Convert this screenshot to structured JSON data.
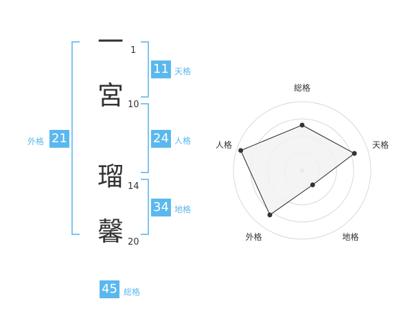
{
  "name": {
    "characters": [
      {
        "char": "一",
        "strokes": "1"
      },
      {
        "char": "宮",
        "strokes": "10"
      },
      {
        "char": "瑠",
        "strokes": "14"
      },
      {
        "char": "馨",
        "strokes": "20"
      }
    ]
  },
  "kakusu": {
    "tenkaku": {
      "value": "11",
      "label": "天格"
    },
    "jinkaku": {
      "value": "24",
      "label": "人格"
    },
    "chikaku": {
      "value": "34",
      "label": "地格"
    },
    "gaikaku": {
      "value": "21",
      "label": "外格"
    },
    "soukaku": {
      "value": "45",
      "label": "総格"
    }
  },
  "chart_data": {
    "type": "radar",
    "axes": [
      "総格",
      "天格",
      "地格",
      "外格",
      "人格"
    ],
    "values": [
      0.66,
      0.8,
      0.26,
      0.8,
      0.94
    ],
    "range": [
      0,
      1
    ],
    "rings": 4,
    "colors": {
      "fill": "#f2f2f2",
      "line": "#222222",
      "point": "#333333",
      "ring": "#d8d8d8",
      "center": "#bbbbbb"
    }
  }
}
